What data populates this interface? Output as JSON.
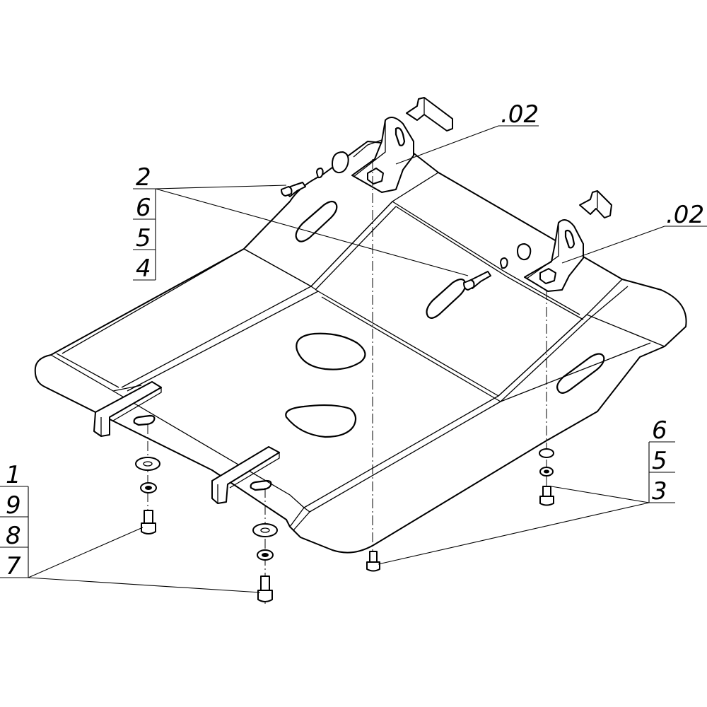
{
  "callouts": {
    "left_stack": [
      "1",
      "9",
      "8",
      "7"
    ],
    "top_stack": [
      "2",
      "6",
      "5",
      "4"
    ],
    "right_stack": [
      "6",
      "5",
      "3"
    ],
    "bracket_left": ".02",
    "bracket_right": ".02"
  }
}
